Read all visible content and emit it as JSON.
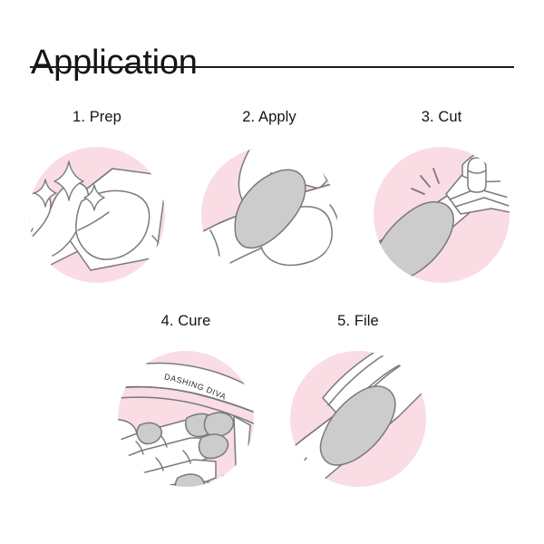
{
  "page": {
    "title": "Application",
    "background_color": "#FFFFFF",
    "rule_color": "#1A1A1A"
  },
  "palette": {
    "circle_pink": "#FADCE4",
    "nail_gray": "#CCCCCC",
    "outline_gray": "#7A7A7A",
    "text_black": "#141414"
  },
  "steps": [
    {
      "number": "1",
      "label": "1. Prep",
      "illustration": "hand-wiping-nail-with-prep-pad",
      "icon_name": "prep-wipe-illustration",
      "details": [
        "sparkle-large",
        "sparkle-medium",
        "sparkle-small",
        "prep-pad",
        "thumb",
        "nail"
      ]
    },
    {
      "number": "2",
      "label": "2. Apply",
      "illustration": "finger-pressing-gel-strip-onto-nail",
      "icon_name": "apply-strip-illustration",
      "details": [
        "gel-strip",
        "fingertip",
        "nail"
      ]
    },
    {
      "number": "3",
      "label": "3. Cut",
      "illustration": "nail-clipper-trimming-strip-edge",
      "icon_name": "cut-clipper-illustration",
      "details": [
        "nail-clipper",
        "clipper-lever",
        "action-lines",
        "gel-strip",
        "finger"
      ]
    },
    {
      "number": "4",
      "label": "4. Cure",
      "illustration": "hand-under-uv-lamp-curing-nails",
      "icon_name": "cure-lamp-illustration",
      "brand_text": "DASHING DIVA",
      "details": [
        "uv-lamp",
        "brand-label",
        "four-fingers",
        "thumb",
        "gel-nails"
      ]
    },
    {
      "number": "5",
      "label": "5. File",
      "illustration": "nail-file-shaping-gel-nail-edge",
      "icon_name": "file-buffer-illustration",
      "details": [
        "nail-file",
        "fingertip",
        "gel-nail"
      ]
    }
  ]
}
